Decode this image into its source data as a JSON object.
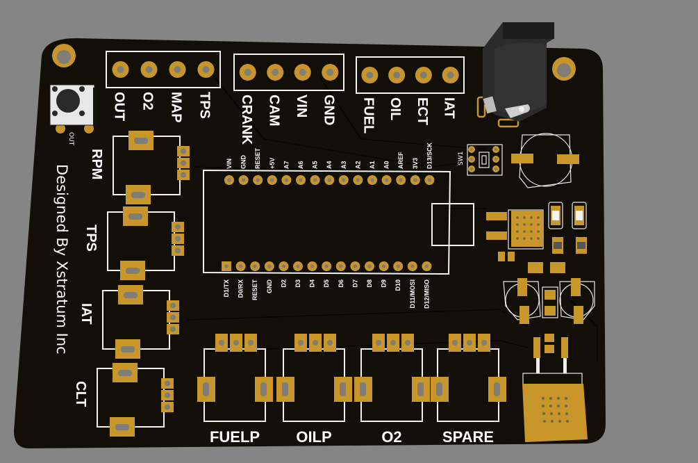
{
  "scene": {
    "title": "ECU sensor interface PCB 3D render",
    "colors": {
      "background": "#858585",
      "board": "#120f08",
      "copper_pad": "#c9962a",
      "silkscreen": "#f2f2f2",
      "hole": "#7e7e76"
    }
  },
  "header_left": {
    "pins": [
      "OUT",
      "O2",
      "MAP",
      "TPS"
    ]
  },
  "header_mid": {
    "pins": [
      "CRANK",
      "CAM",
      "VIN",
      "GND"
    ]
  },
  "header_right": {
    "pins": [
      "FUEL",
      "OIL",
      "ECT",
      "IAT"
    ]
  },
  "button": {
    "label": "OUT"
  },
  "credit": {
    "text": "Designed By Xstratum Inc"
  },
  "left_modules": [
    {
      "label": "RPM"
    },
    {
      "label": "TPS"
    },
    {
      "label": "IAT"
    },
    {
      "label": "CLT"
    }
  ],
  "bottom_modules": [
    {
      "label": "FUELP"
    },
    {
      "label": "OILP"
    },
    {
      "label": "O2"
    },
    {
      "label": "SPARE"
    }
  ],
  "mcu": {
    "top_pins": [
      "VIN",
      "GND",
      "RESET",
      "+5V",
      "A7",
      "A6",
      "A5",
      "A4",
      "A3",
      "A2",
      "A1",
      "A0",
      "AREF",
      "3V3",
      "D13/SCK"
    ],
    "bottom_pins": [
      "D1/TX",
      "D0/RX",
      "RESET",
      "GND",
      "D2",
      "D3",
      "D4",
      "D5",
      "D6",
      "D7",
      "D8",
      "D9",
      "D10",
      "D11/MOSI",
      "D12/MISO"
    ]
  },
  "switch": {
    "label": "SW1"
  }
}
